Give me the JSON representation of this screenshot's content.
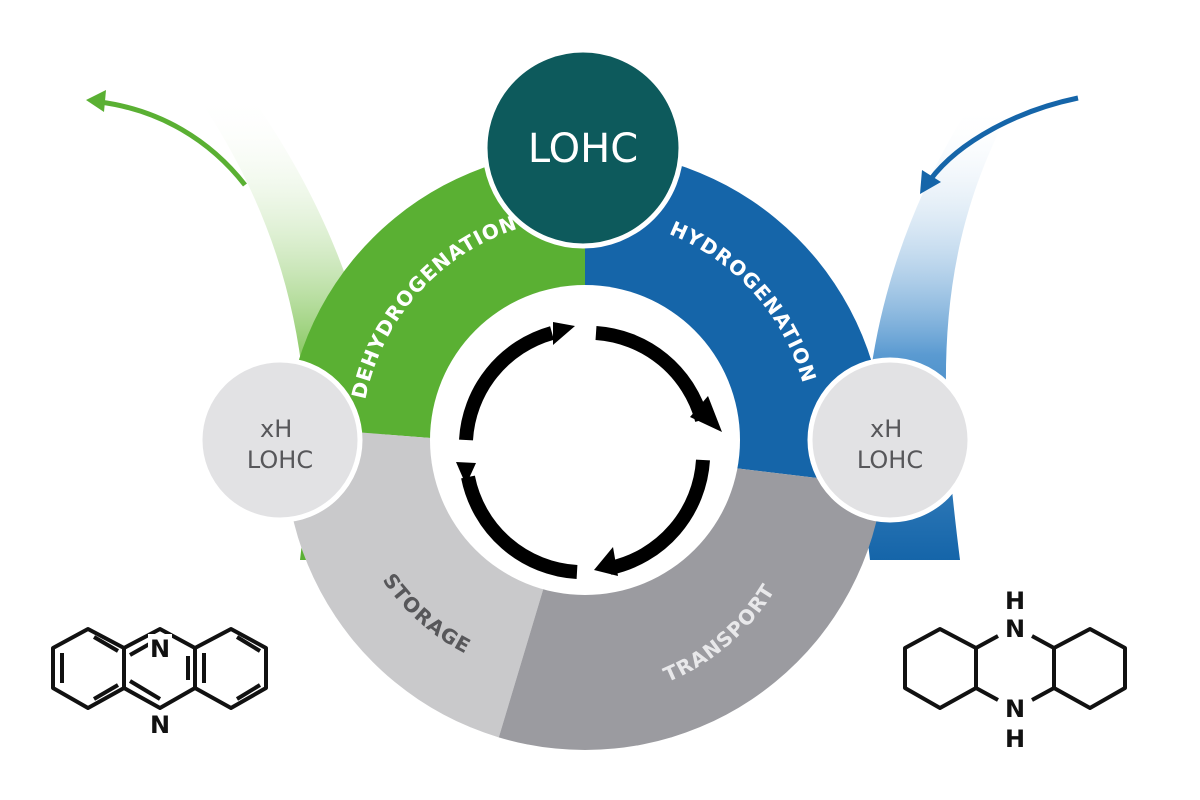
{
  "colors": {
    "dehydrogenation": "#5ab033",
    "hydrogenation": "#1565a9",
    "storage": "#c9c9cb",
    "transport": "#9b9ba0",
    "hub": "#0d5a5c",
    "node": "#e2e2e4",
    "cycle_arrows": "#000000"
  },
  "hub": {
    "label": "LOHC"
  },
  "segments": {
    "dehydrogenation": "DEHYDROGENATION",
    "hydrogenation": "HYDROGENATION",
    "storage": "STORAGE",
    "transport": "TRANSPORT"
  },
  "nodes": {
    "left": {
      "line1": "xH",
      "line2": "LOHC"
    },
    "right": {
      "line1": "xH",
      "line2": "LOHC"
    }
  },
  "molecules": {
    "left": {
      "atom_top": "N",
      "atom_bottom": "N"
    },
    "right": {
      "atom_top": "N",
      "h_top": "H",
      "atom_bottom": "N",
      "h_bottom": "H"
    }
  },
  "flow_arrows": {
    "left": "out",
    "right": "in"
  }
}
